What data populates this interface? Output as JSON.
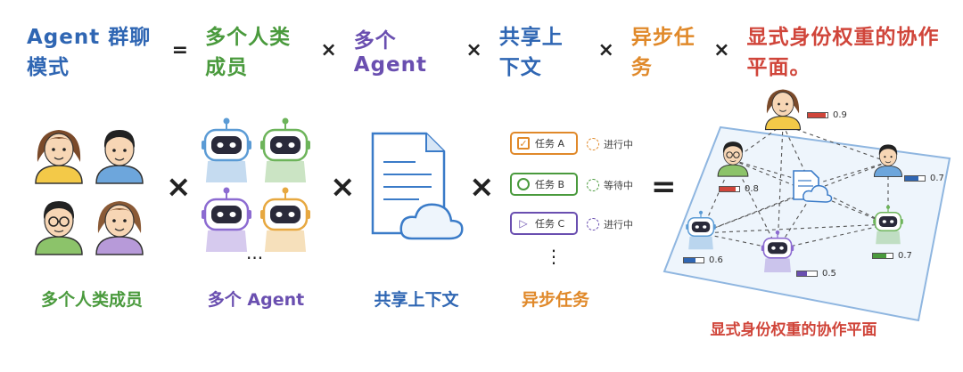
{
  "title": {
    "lhs": "Agent 群聊模式",
    "eq": "=",
    "times": "×",
    "terms": [
      {
        "text": "多个人类成员",
        "color": "#4a9a3d"
      },
      {
        "text": "多个 Agent",
        "color": "#6a4fb0"
      },
      {
        "text": "共享上下文",
        "color": "#2f66b3"
      },
      {
        "text": "异步任务",
        "color": "#e0892a"
      },
      {
        "text": "显式身份权重的协作平面。",
        "color": "#d0453a"
      }
    ],
    "lhs_color": "#2f66b3"
  },
  "labels": {
    "humans": "多个人类成员",
    "agents": "多个 Agent",
    "context": "共享上下文",
    "tasks": "异步任务",
    "plane": "显式身份权重的协作平面"
  },
  "ellipsis_h": "···",
  "ellipsis_v": "⋮",
  "tasks": [
    {
      "name": "任务 A",
      "status": "进行中",
      "icon": "checkbox-icon",
      "color": "#e0892a"
    },
    {
      "name": "任务 B",
      "status": "等待中",
      "icon": "circle-icon",
      "color": "#4a9a3d"
    },
    {
      "name": "任务 C",
      "status": "进行中",
      "icon": "play-icon",
      "color": "#6a4fb0"
    }
  ],
  "weights": {
    "top_human": {
      "value": "0.9",
      "fraction": 0.9,
      "color": "#d0453a"
    },
    "left_human": {
      "value": "0.8",
      "fraction": 0.8,
      "color": "#d0453a"
    },
    "right_human": {
      "value": "0.7",
      "fraction": 0.7,
      "color": "#2f66b3"
    },
    "left_robot": {
      "value": "0.6",
      "fraction": 0.6,
      "color": "#2f66b3"
    },
    "center_robot": {
      "value": "0.5",
      "fraction": 0.5,
      "color": "#6a4fb0"
    },
    "right_robot": {
      "value": "0.7",
      "fraction": 0.7,
      "color": "#4a9a3d"
    }
  }
}
